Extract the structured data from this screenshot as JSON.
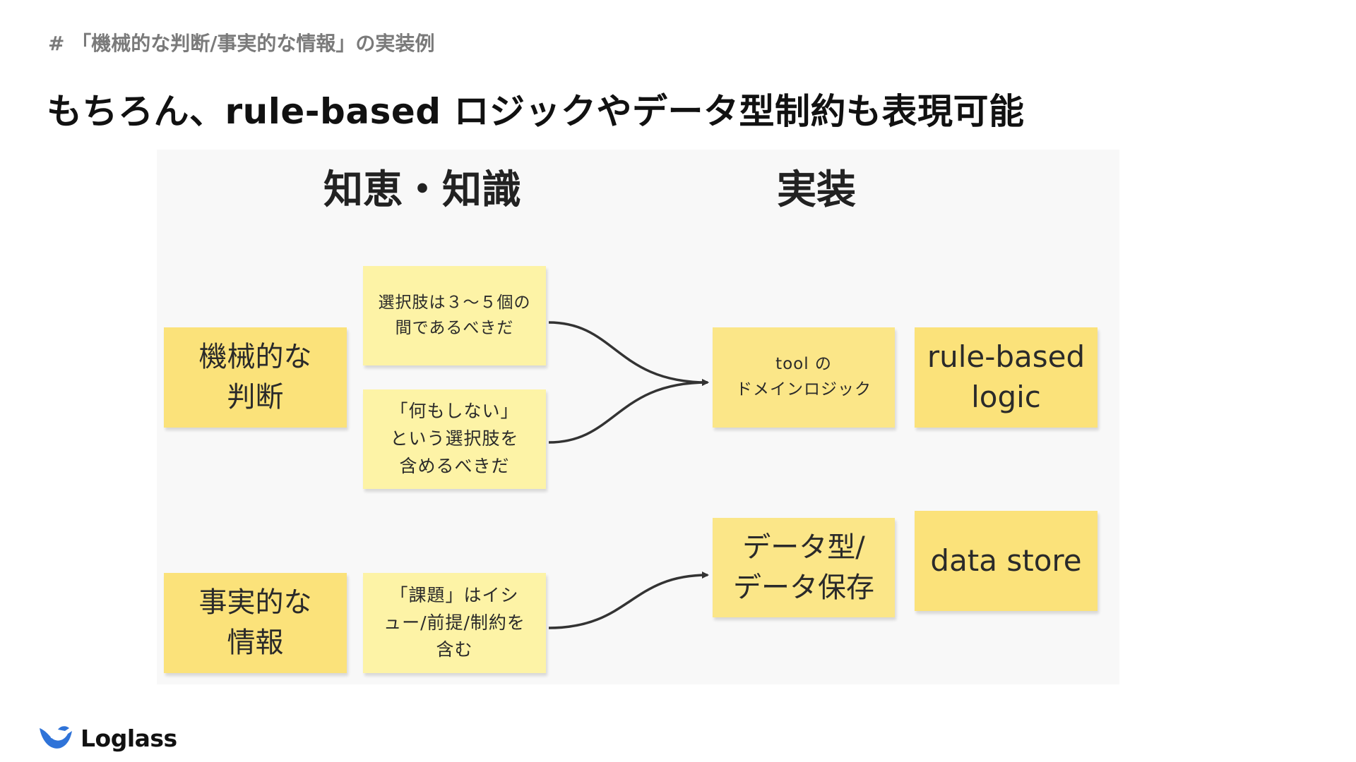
{
  "header": {
    "section_tag": "# 「機械的な判断/事実的な情報」の実装例",
    "title": "もちろん、rule-based ロジックやデータ型制約も表現可能"
  },
  "diagram": {
    "headings": {
      "knowledge": "知恵・知識",
      "implementation": "実装"
    },
    "notes": {
      "mechanical_judgment": "機械的な\n判断",
      "factual_info": "事実的な\n情報",
      "choices_3_5": "選択肢は３〜５個の\n間であるべきだ",
      "do_nothing": "「何もしない」\nという選択肢を\n含めるべきだ",
      "issue_premise": "「課題」はイシ\nュー/前提/制約を\n含む",
      "tool_domain_logic": "tool の\nドメインロジック",
      "data_type_store": "データ型/\nデータ保存",
      "rule_based_logic": "rule-based\nlogic",
      "data_store": "data store"
    },
    "colors": {
      "board": "#f8f8f8",
      "note_strong": "#fbe27a",
      "note_light": "#fdf3a6",
      "arrow": "#333333"
    }
  },
  "footer": {
    "logo_text": "Loglass",
    "logo_icon": "whale-logo-icon"
  }
}
